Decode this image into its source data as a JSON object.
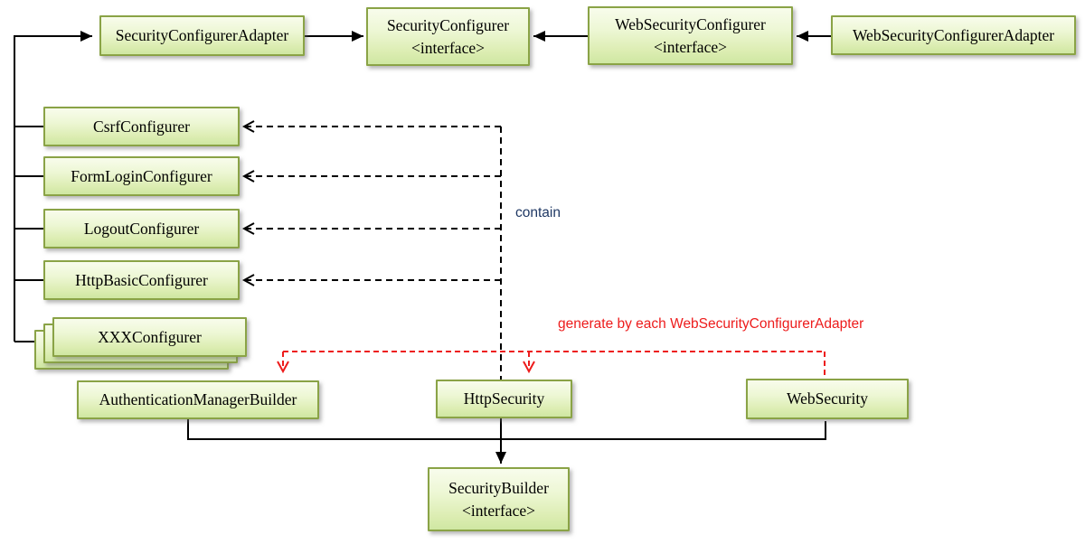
{
  "diagram": {
    "title": "Spring Security configurer and builder class diagram",
    "colors": {
      "box_border": "#8aa346",
      "box_fill_top": "#f8fcec",
      "box_fill_bottom": "#cfe7a2",
      "solid_line": "#000000",
      "dashed_contain_line": "#000000",
      "generate_line": "#ed1c1c",
      "contain_text": "#1f3864",
      "generate_text": "#ed1c1c",
      "node_text": "#000000",
      "background": "#ffffff"
    },
    "nodes": {
      "sca": {
        "label": "SecurityConfigurerAdapter"
      },
      "sc": {
        "label": "SecurityConfigurer",
        "stereotype": "<interface>"
      },
      "wsc": {
        "label": "WebSecurityConfigurer",
        "stereotype": "<interface>"
      },
      "wsca": {
        "label": "WebSecurityConfigurerAdapter"
      },
      "csrf": {
        "label": "CsrfConfigurer"
      },
      "form_login": {
        "label": "FormLoginConfigurer"
      },
      "logout": {
        "label": "LogoutConfigurer"
      },
      "http_basic": {
        "label": "HttpBasicConfigurer"
      },
      "xxx": {
        "label": "XXXConfigurer"
      },
      "amb": {
        "label": "AuthenticationManagerBuilder"
      },
      "http_security": {
        "label": "HttpSecurity"
      },
      "web_security": {
        "label": "WebSecurity"
      },
      "security_builder": {
        "label": "SecurityBuilder",
        "stereotype": "<interface>"
      }
    },
    "annotations": {
      "contain": {
        "text": "contain"
      },
      "generate": {
        "text": "generate by each WebSecurityConfigurerAdapter"
      }
    },
    "edges": [
      "left-spine -> SecurityConfigurerAdapter (solid arrow)",
      "SecurityConfigurerAdapter -> SecurityConfigurer (solid arrow)",
      "WebSecurityConfigurer -> SecurityConfigurer (solid arrow)",
      "WebSecurityConfigurerAdapter -> WebSecurityConfigurer (solid arrow)",
      "dashed spine -> CsrfConfigurer / FormLoginConfigurer / LogoutConfigurer / HttpBasicConfigurer (contain)",
      "red dashed -> AuthenticationManagerBuilder / HttpSecurity / WebSecurity (generate)",
      "AuthenticationManagerBuilder + WebSecurity + HttpSecurity -> SecurityBuilder (solid arrow)"
    ]
  }
}
